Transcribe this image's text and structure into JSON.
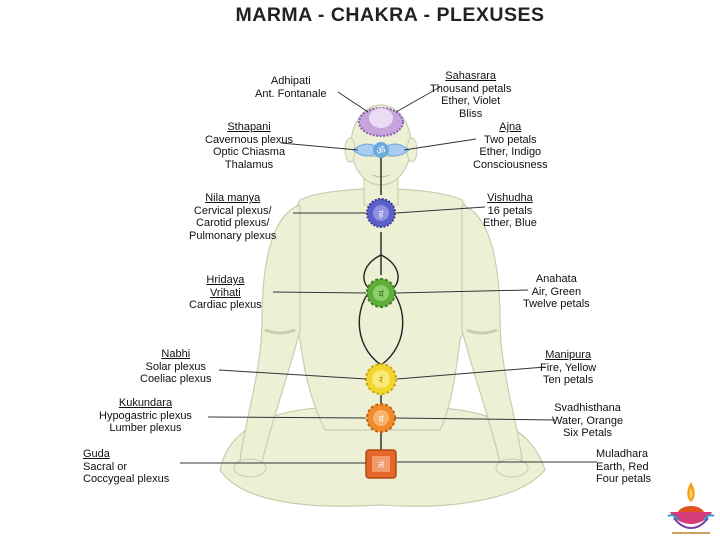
{
  "title": "MARMA - CHAKRA - PLEXUSES",
  "labels_left": [
    {
      "id": "adhipati",
      "lines": [
        "Adhipati",
        "Ant. Fontanale"
      ],
      "underline": false
    },
    {
      "id": "sthapani",
      "lines": [
        "Sthapani",
        "Cavernous plexus",
        "Optic Chiasma",
        "Thalamus"
      ],
      "underline": true
    },
    {
      "id": "nila-manya",
      "lines": [
        "Nila manya",
        "Cervical plexus/",
        "Carotid plexus/",
        "Pulmonary plexus"
      ],
      "underline": true
    },
    {
      "id": "hridaya",
      "lines": [
        "Hridaya",
        "Vrihati",
        "Cardiac plexus"
      ],
      "underline": true
    },
    {
      "id": "nabhi",
      "lines": [
        "Nabhi",
        "Solar plexus",
        "Coeliac plexus"
      ],
      "underline": true
    },
    {
      "id": "kukundara",
      "lines": [
        "Kukundara",
        "Hypogastric plexus",
        "Lumber plexus"
      ],
      "underline": true
    },
    {
      "id": "guda",
      "lines": [
        "Guda",
        "Sacral or",
        "Coccygeal plexus"
      ],
      "underline": true
    }
  ],
  "labels_right": [
    {
      "id": "sahasrara",
      "lines": [
        "Sahasrara",
        "Thousand petals",
        "Ether, Violet",
        "Bliss"
      ],
      "underline": true
    },
    {
      "id": "ajna",
      "lines": [
        "Ajna",
        "Two petals",
        "Ether, Indigo",
        "Consciousness"
      ],
      "underline": true
    },
    {
      "id": "vishudha",
      "lines": [
        "Vishudha",
        "16 petals",
        "Ether, Blue"
      ],
      "underline": true
    },
    {
      "id": "anahata",
      "lines": [
        "Anahata",
        "Air, Green",
        "Twelve petals"
      ],
      "underline": false
    },
    {
      "id": "manipura",
      "lines": [
        "Manipura",
        "Fire, Yellow",
        "Ten petals"
      ],
      "underline": true
    },
    {
      "id": "svadhisthana",
      "lines": [
        "Svadhisthana",
        "Water, Orange",
        "Six Petals"
      ],
      "underline": false
    },
    {
      "id": "muladhara",
      "lines": [
        "Muladhara",
        "Earth, Red",
        "Four petals"
      ],
      "underline": false
    }
  ],
  "chakra_glyphs": {
    "ajna": "ॐ",
    "vishudha": "हं",
    "anahata": "यं",
    "manipura": "रं",
    "svadhisthana": "वं",
    "muladhara": "लं"
  },
  "colors": {
    "body": "#eef0d6",
    "body_outline": "#c9cdae",
    "sahasrara": "#8b5fb0",
    "ajna": "#6aa8e0",
    "vishudha": "#5c5fc8",
    "anahata": "#5fae3c",
    "manipura": "#f2d62b",
    "svadhisthana": "#f08a2a",
    "muladhara": "#e4672a"
  },
  "icons": {
    "logo": "diya-lamp-lotus-icon"
  }
}
